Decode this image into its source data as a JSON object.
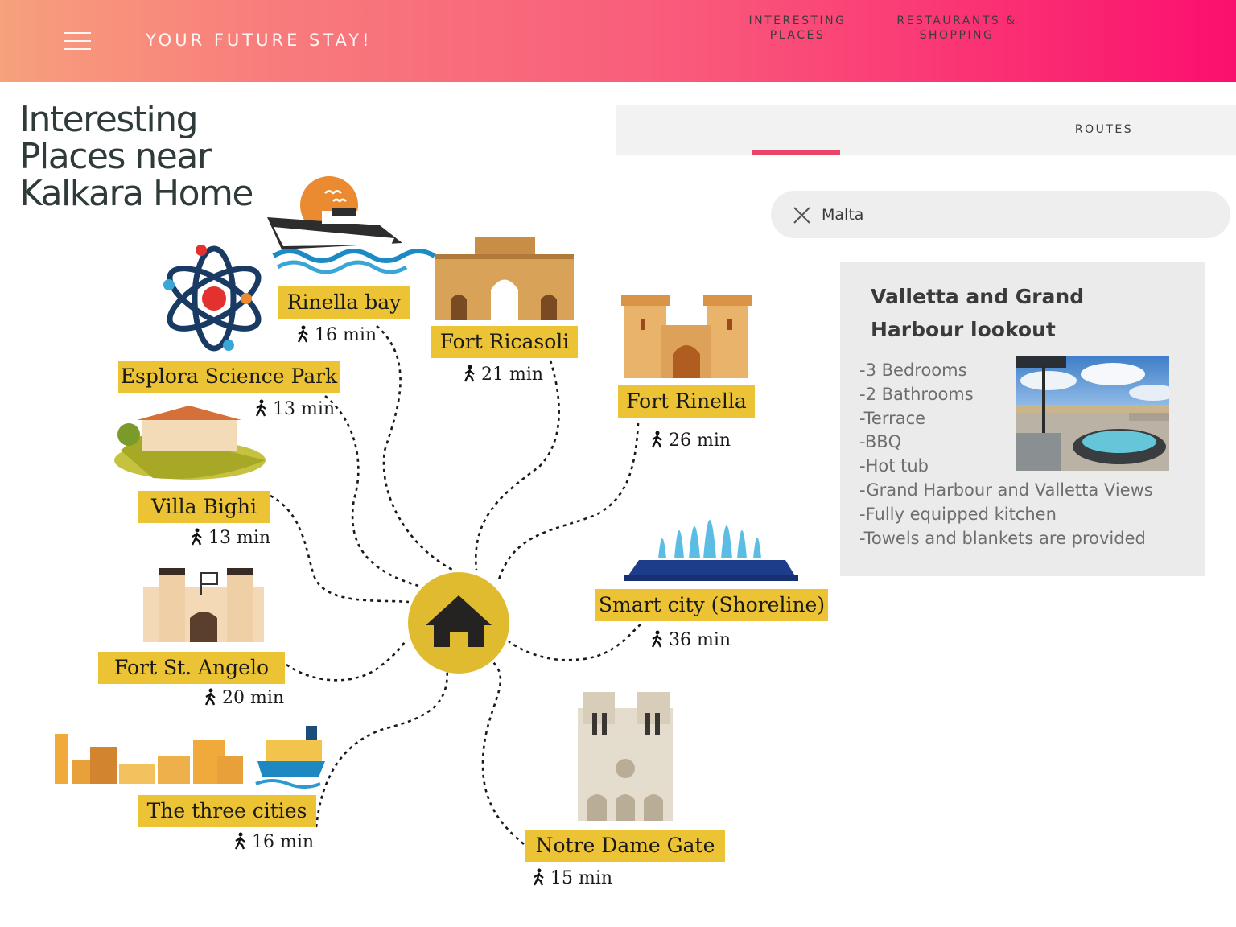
{
  "header": {
    "brand": "YOUR FUTURE STAY!",
    "menu_icon": "hamburger-menu-icon"
  },
  "page": {
    "title": "Interesting Places near Kalkara Home"
  },
  "tabs": [
    {
      "label": "INTERESTING PLACES",
      "active": true
    },
    {
      "label": "RESTAURANTS & SHOPPING",
      "active": false
    },
    {
      "label": "ROUTES",
      "active": false
    }
  ],
  "search": {
    "value": "Malta",
    "clear_icon": "close-icon"
  },
  "property": {
    "title": "Valletta and Grand Harbour lookout",
    "features": [
      "-3 Bedrooms",
      "-2 Bathrooms",
      "-Terrace",
      "-BBQ",
      "-Hot tub",
      "-Grand Harbour and Valletta Views",
      "-Fully equipped kitchen",
      "-Towels and blankets are provided"
    ]
  },
  "map": {
    "home_icon": "home-icon",
    "walk_icon": "walking-person-icon",
    "accent_color": "#ecc334",
    "places": [
      {
        "name": "Rinella bay",
        "walk": "16 min"
      },
      {
        "name": "Fort Ricasoli",
        "walk": "21 min"
      },
      {
        "name": "Esplora Science Park",
        "walk": "13 min"
      },
      {
        "name": "Fort Rinella",
        "walk": "26 min"
      },
      {
        "name": "Villa Bighi",
        "walk": "13 min"
      },
      {
        "name": "Smart city (Shoreline)",
        "walk": "36 min"
      },
      {
        "name": "Fort St. Angelo",
        "walk": "20 min"
      },
      {
        "name": "The three cities",
        "walk": "16 min"
      },
      {
        "name": "Notre Dame Gate",
        "walk": "15 min"
      }
    ]
  }
}
